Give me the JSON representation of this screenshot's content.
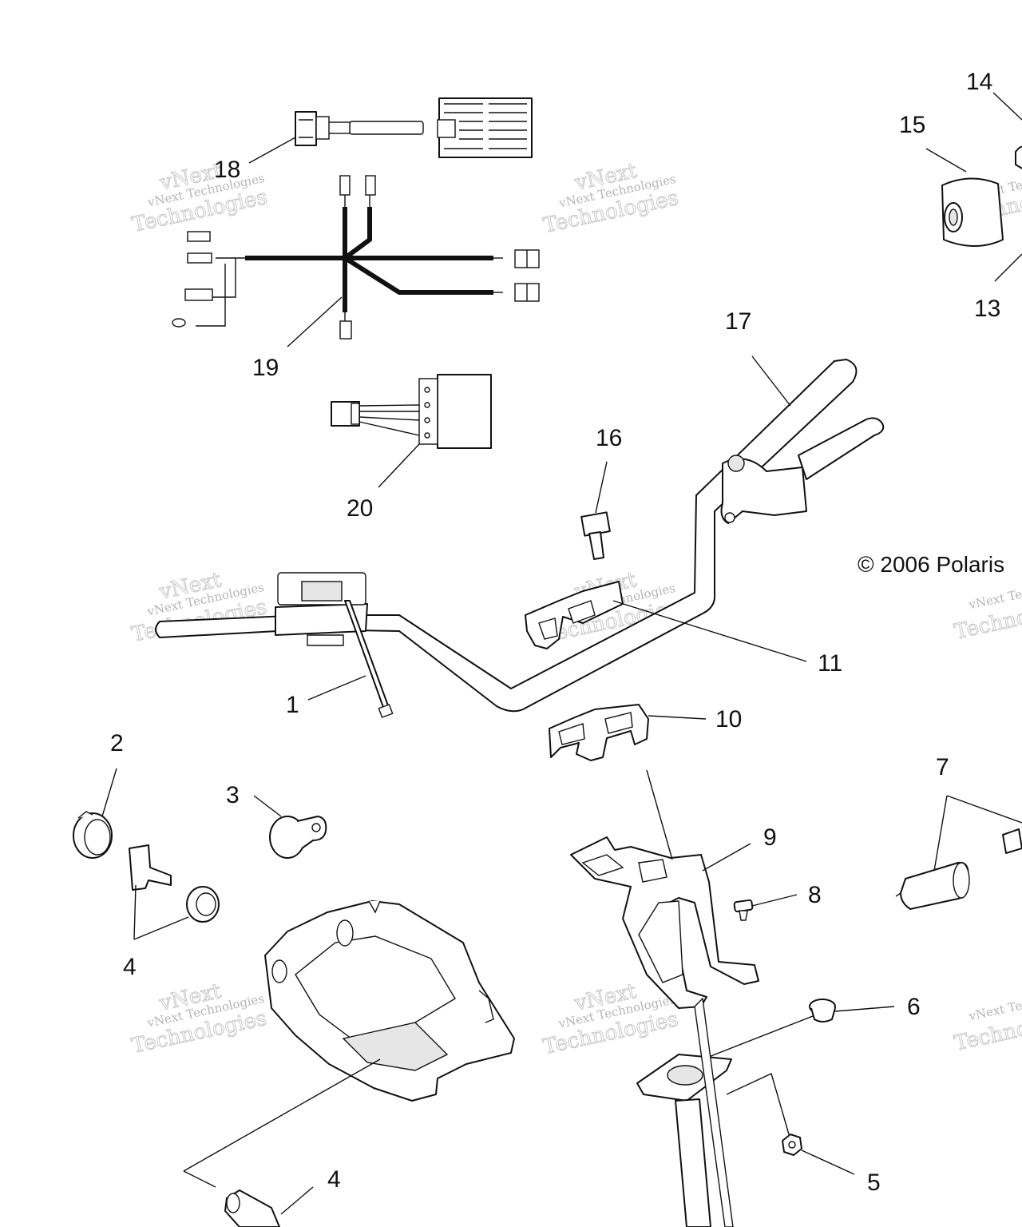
{
  "callouts": {
    "c1": "1",
    "c2": "2",
    "c3": "3",
    "c4a": "4",
    "c4b": "4",
    "c5": "5",
    "c6": "6",
    "c7": "7",
    "c8": "8",
    "c9": "9",
    "c10": "10",
    "c11": "11",
    "c13": "13",
    "c14": "14",
    "c15": "15",
    "c16": "16",
    "c17": "17",
    "c18": "18",
    "c19": "19",
    "c20": "20"
  },
  "copyright": "© 2006 Polaris",
  "watermark": {
    "brand_line": "vNext Technologies",
    "big_top": "vNext",
    "big_bottom": "Technologies"
  }
}
